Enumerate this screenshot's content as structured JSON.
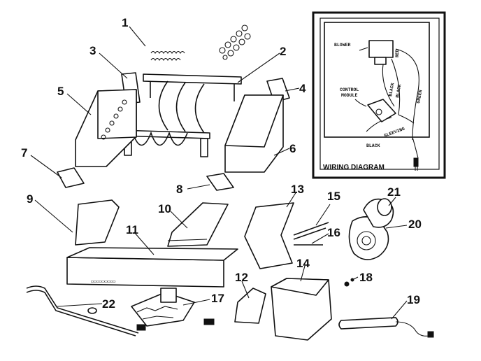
{
  "callouts": [
    {
      "id": "1",
      "label": "1"
    },
    {
      "id": "2",
      "label": "2"
    },
    {
      "id": "3",
      "label": "3"
    },
    {
      "id": "4",
      "label": "4"
    },
    {
      "id": "5",
      "label": "5"
    },
    {
      "id": "6",
      "label": "6"
    },
    {
      "id": "7",
      "label": "7"
    },
    {
      "id": "8",
      "label": "8"
    },
    {
      "id": "9",
      "label": "9"
    },
    {
      "id": "10",
      "label": "10"
    },
    {
      "id": "11",
      "label": "11"
    },
    {
      "id": "12",
      "label": "12"
    },
    {
      "id": "13",
      "label": "13"
    },
    {
      "id": "14",
      "label": "14"
    },
    {
      "id": "15",
      "label": "15"
    },
    {
      "id": "16",
      "label": "16"
    },
    {
      "id": "17",
      "label": "17"
    },
    {
      "id": "18",
      "label": "18"
    },
    {
      "id": "19",
      "label": "19"
    },
    {
      "id": "20",
      "label": "20"
    },
    {
      "id": "21",
      "label": "21"
    },
    {
      "id": "22",
      "label": "22"
    }
  ],
  "wiring_diagram": {
    "title": "WIRING DIAGRAM",
    "labels": {
      "blower": "BLOWER",
      "control": "CONTROL",
      "module": "MODULE",
      "red": "RED",
      "black_1": "BLACK",
      "black_2": "BLACK",
      "green": "GREEN",
      "sleeving": "SLEEVING",
      "black_3": "BLACK"
    }
  }
}
